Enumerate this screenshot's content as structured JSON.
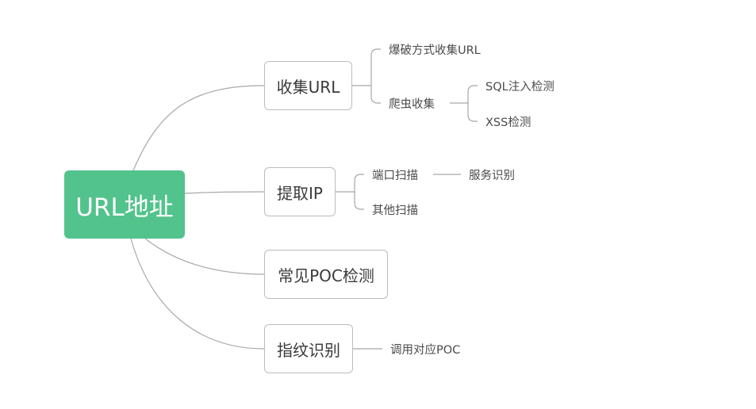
{
  "mindmap": {
    "root": {
      "label": "URL地址",
      "color": "#52c38c"
    },
    "branches": [
      {
        "label": "收集URL",
        "children": [
          {
            "label": "爆破方式收集URL",
            "children": []
          },
          {
            "label": "爬虫收集",
            "children": [
              {
                "label": "SQL注入检测"
              },
              {
                "label": "XSS检测"
              }
            ]
          }
        ]
      },
      {
        "label": "提取IP",
        "children": [
          {
            "label": "端口扫描",
            "children": [
              {
                "label": "服务识别"
              }
            ]
          },
          {
            "label": "其他扫描",
            "children": []
          }
        ]
      },
      {
        "label": "常见POC检测",
        "children": []
      },
      {
        "label": "指纹识别",
        "children": [
          {
            "label": "调用对应POC",
            "children": []
          }
        ]
      }
    ],
    "line_color": "#a8a8a8",
    "border_color": "#bcbcbc"
  }
}
